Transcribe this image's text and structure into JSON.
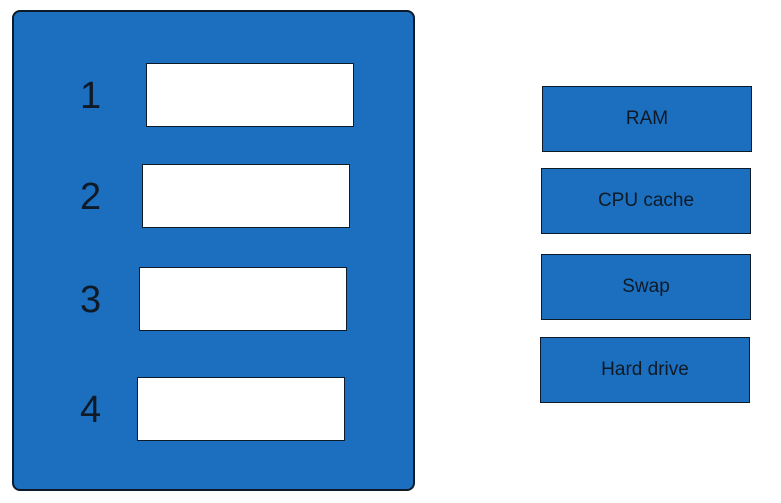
{
  "colors": {
    "panel_blue": "#1b6fbe",
    "slot_white": "#ffffff",
    "border_dark": "#0c1a2a",
    "text_dark": "#0f1a26"
  },
  "slots": [
    {
      "number": "1",
      "value": ""
    },
    {
      "number": "2",
      "value": ""
    },
    {
      "number": "3",
      "value": ""
    },
    {
      "number": "4",
      "value": ""
    }
  ],
  "options": [
    {
      "label": "RAM"
    },
    {
      "label": "CPU cache"
    },
    {
      "label": "Swap"
    },
    {
      "label": "Hard drive"
    }
  ]
}
